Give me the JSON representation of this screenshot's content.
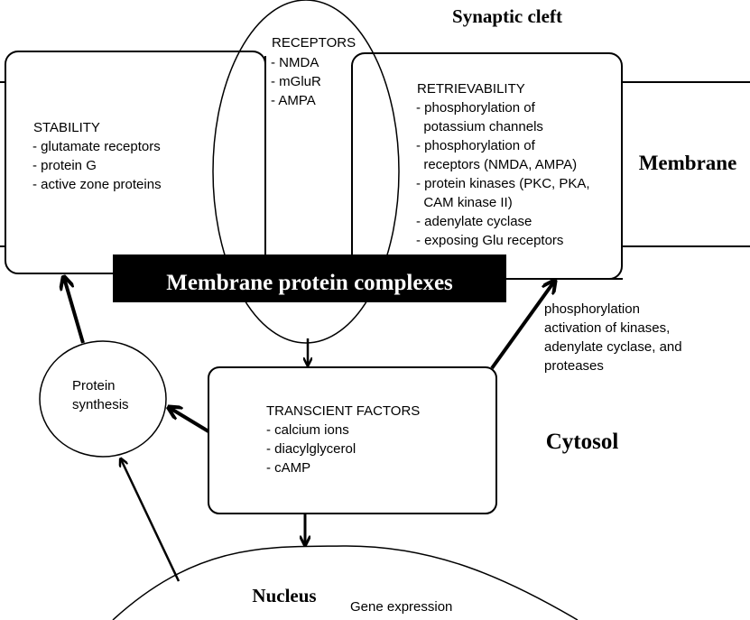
{
  "regions": {
    "synaptic_cleft": "Synaptic cleft",
    "membrane": "Membrane",
    "cytosol": "Cytosol",
    "nucleus": "Nucleus"
  },
  "receptors": {
    "title": "RECEPTORS",
    "items": [
      "- NMDA",
      "- mGluR",
      "- AMPA"
    ]
  },
  "stability": {
    "title": "STABILITY",
    "items": [
      "- glutamate receptors",
      "- protein G",
      "- active zone proteins"
    ]
  },
  "retrievability": {
    "title": "RETRIEVABILITY",
    "lines": [
      "- phosphorylation of",
      "  potassium channels",
      "- phosphorylation of",
      "  receptors (NMDA, AMPA)",
      "- protein kinases (PKC, PKA,",
      "  CAM kinase II)",
      "- adenylate cyclase",
      "- exposing Glu receptors"
    ]
  },
  "banner": "Membrane protein complexes",
  "protein_synthesis": [
    "Protein",
    "synthesis"
  ],
  "transcient": {
    "title": "TRANSCIENT FACTORS",
    "items": [
      "- calcium ions",
      "- diacylglycerol",
      "- cAMP"
    ]
  },
  "phosphorylation_note": [
    "phosphorylation",
    "activation of kinases,",
    "adenylate cyclase, and",
    "proteases"
  ],
  "gene_expression": "Gene expression",
  "colors": {
    "ink": "#000000",
    "background": "#ffffff",
    "banner_text": "#ffffff"
  }
}
